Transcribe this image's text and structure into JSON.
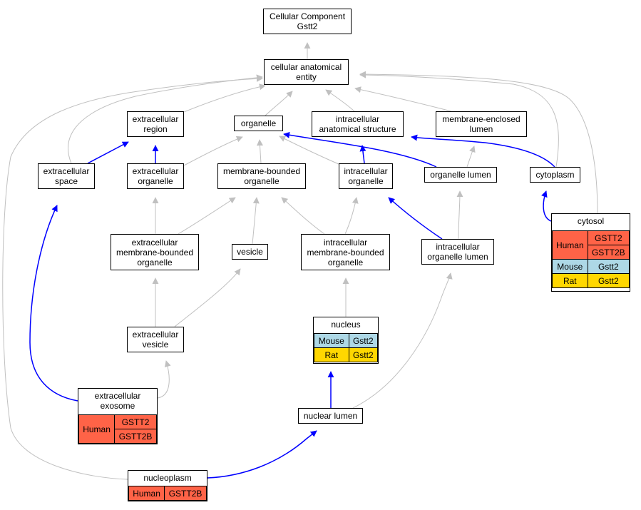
{
  "colors": {
    "gray_edge": "#c0c0c0",
    "blue_edge": "#0000ff",
    "human": "#ff6347",
    "mouse": "#add8e6",
    "rat": "#ffd700"
  },
  "nodes": {
    "cc": {
      "label": "Cellular Component\nGstt2"
    },
    "cae": {
      "label": "cellular anatomical\nentity"
    },
    "er": {
      "label": "extracellular\nregion"
    },
    "org": {
      "label": "organelle"
    },
    "ias": {
      "label": "intracellular\nanatomical structure"
    },
    "mel": {
      "label": "membrane-enclosed\nlumen"
    },
    "es": {
      "label": "extracellular\nspace"
    },
    "eo": {
      "label": "extracellular\norganelle"
    },
    "mbo": {
      "label": "membrane-bounded\norganelle"
    },
    "io": {
      "label": "intracellular\norganelle"
    },
    "ol": {
      "label": "organelle lumen"
    },
    "cyt": {
      "label": "cytoplasm"
    },
    "embo": {
      "label": "extracellular\nmembrane-bounded\norganelle"
    },
    "ves": {
      "label": "vesicle"
    },
    "imbo": {
      "label": "intracellular\nmembrane-bounded\norganelle"
    },
    "iol": {
      "label": "intracellular\norganelle lumen"
    },
    "ev": {
      "label": "extracellular\nvesicle"
    },
    "nl": {
      "label": "nuclear lumen"
    },
    "cytosol": {
      "label": "cytosol",
      "rows": [
        {
          "species": "Human",
          "genes": [
            "GSTT2",
            "GSTT2B"
          ]
        },
        {
          "species": "Mouse",
          "genes": [
            "Gstt2"
          ]
        },
        {
          "species": "Rat",
          "genes": [
            "Gstt2"
          ]
        }
      ]
    },
    "nuc": {
      "label": "nucleus",
      "rows": [
        {
          "species": "Mouse",
          "genes": [
            "Gstt2"
          ]
        },
        {
          "species": "Rat",
          "genes": [
            "Gstt2"
          ]
        }
      ]
    },
    "exo": {
      "label": "extracellular\nexosome",
      "rows": [
        {
          "species": "Human",
          "genes": [
            "GSTT2",
            "GSTT2B"
          ]
        }
      ]
    },
    "np": {
      "label": "nucleoplasm",
      "rows": [
        {
          "species": "Human",
          "genes": [
            "GSTT2B"
          ]
        }
      ]
    }
  },
  "edges": [
    {
      "from": "cae",
      "to": "cc",
      "color": "gray"
    },
    {
      "from": "er",
      "to": "cae",
      "color": "gray"
    },
    {
      "from": "org",
      "to": "cae",
      "color": "gray"
    },
    {
      "from": "ias",
      "to": "cae",
      "color": "gray"
    },
    {
      "from": "mel",
      "to": "cae",
      "color": "gray"
    },
    {
      "from": "es",
      "to": "cae",
      "color": "gray"
    },
    {
      "from": "cyt",
      "to": "cae",
      "color": "gray"
    },
    {
      "from": "cytosol",
      "to": "cae",
      "color": "gray"
    },
    {
      "from": "np",
      "to": "cae",
      "color": "gray"
    },
    {
      "from": "es",
      "to": "er",
      "color": "blue"
    },
    {
      "from": "eo",
      "to": "er",
      "color": "blue"
    },
    {
      "from": "eo",
      "to": "org",
      "color": "gray"
    },
    {
      "from": "mbo",
      "to": "org",
      "color": "gray"
    },
    {
      "from": "io",
      "to": "org",
      "color": "gray"
    },
    {
      "from": "io",
      "to": "ias",
      "color": "blue"
    },
    {
      "from": "ol",
      "to": "org",
      "color": "blue"
    },
    {
      "from": "ol",
      "to": "mel",
      "color": "gray"
    },
    {
      "from": "cyt",
      "to": "ias",
      "color": "blue"
    },
    {
      "from": "embo",
      "to": "eo",
      "color": "gray"
    },
    {
      "from": "embo",
      "to": "mbo",
      "color": "gray"
    },
    {
      "from": "ves",
      "to": "mbo",
      "color": "gray"
    },
    {
      "from": "imbo",
      "to": "io",
      "color": "gray"
    },
    {
      "from": "imbo",
      "to": "mbo",
      "color": "gray"
    },
    {
      "from": "iol",
      "to": "io",
      "color": "blue"
    },
    {
      "from": "iol",
      "to": "ol",
      "color": "gray"
    },
    {
      "from": "cytosol",
      "to": "cyt",
      "color": "blue"
    },
    {
      "from": "ev",
      "to": "embo",
      "color": "gray"
    },
    {
      "from": "ev",
      "to": "ves",
      "color": "gray"
    },
    {
      "from": "nuc",
      "to": "imbo",
      "color": "gray"
    },
    {
      "from": "exo",
      "to": "es",
      "color": "blue"
    },
    {
      "from": "exo",
      "to": "ev",
      "color": "gray"
    },
    {
      "from": "nl",
      "to": "nuc",
      "color": "blue"
    },
    {
      "from": "nl",
      "to": "iol",
      "color": "gray"
    },
    {
      "from": "np",
      "to": "nl",
      "color": "blue"
    }
  ]
}
